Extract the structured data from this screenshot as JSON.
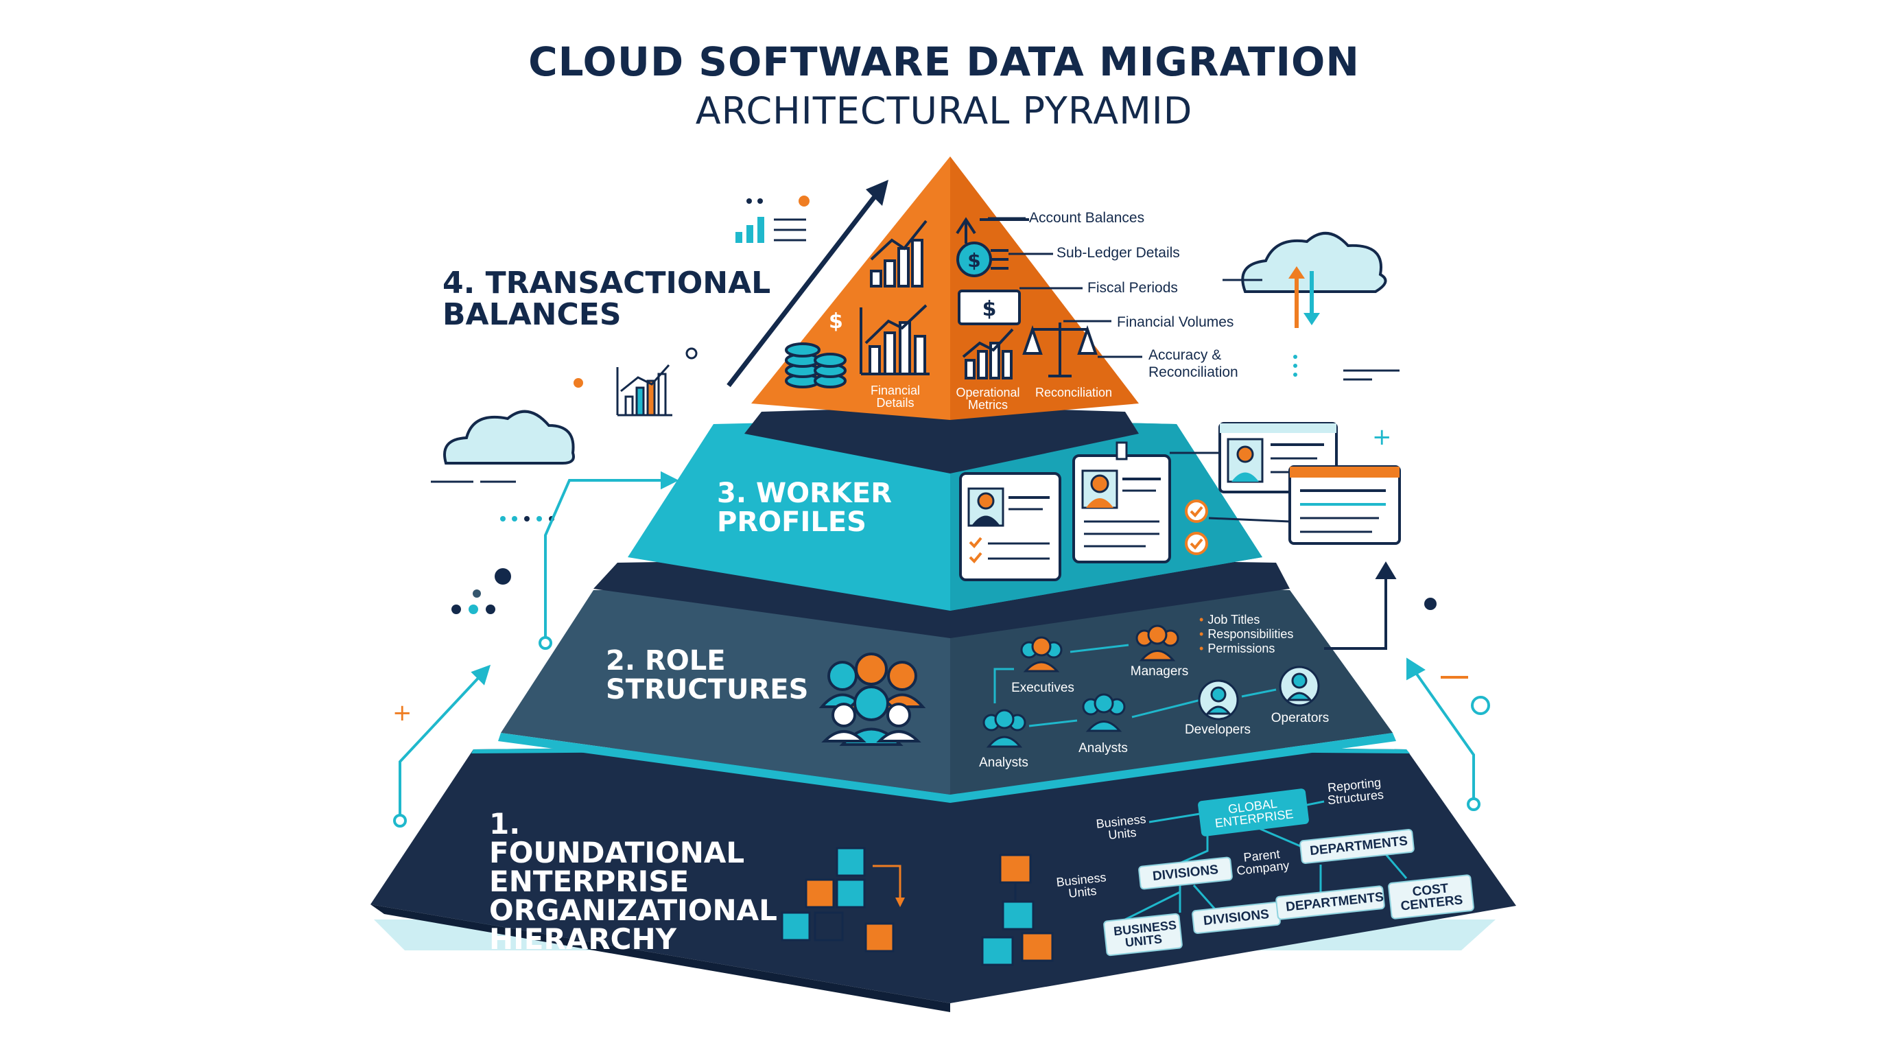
{
  "title": {
    "line1": "CLOUD SOFTWARE DATA MIGRATION",
    "line2": "ARCHITECTURAL PYRAMID"
  },
  "tiers": {
    "t4": "4. TRANSACTIONAL BALANCES",
    "t3": "3. WORKER PROFILES",
    "t2": "2. ROLE STRUCTURES",
    "t1": "1. FOUNDATIONAL ENTERPRISE ORGANIZATIONAL HIERARCHY"
  },
  "transactional": {
    "callouts": [
      "Account Balances",
      "Sub-Ledger Details",
      "Fiscal Periods",
      "Financial Volumes",
      "Accuracy & Reconciliation"
    ],
    "icon_labels": [
      "Financial Details",
      "Operational Metrics",
      "Reconciliation"
    ]
  },
  "roles": {
    "nodes": [
      "Executives",
      "Managers",
      "Analysts",
      "Analysts",
      "Developers",
      "Operators"
    ],
    "bullets": [
      "Job Titles",
      "Responsibilities",
      "Permissions"
    ]
  },
  "hierarchy": {
    "global": "GLOBAL ENTERPRISE",
    "boxes": [
      "DIVISIONS",
      "DEPARTMENTS",
      "BUSINESS UNITS",
      "DIVISIONS",
      "DEPARTMENTS",
      "COST CENTERS"
    ],
    "annotations": [
      "Business Units",
      "Reporting Structures",
      "Business Units",
      "Parent Company"
    ]
  },
  "colors": {
    "navy": "#13294b",
    "orange": "#ef7d22",
    "teal": "#1fb8cc",
    "slate": "#35566e",
    "dark": "#1b2d4a"
  },
  "icons": [
    "bar-chart-icon",
    "dollar-coin-icon",
    "banknote-icon",
    "scale-icon",
    "coin-stack-icon",
    "person-card-icon",
    "checkmark-icon",
    "people-group-icon",
    "cubes-icon",
    "cloud-icon",
    "arrow-icon"
  ]
}
